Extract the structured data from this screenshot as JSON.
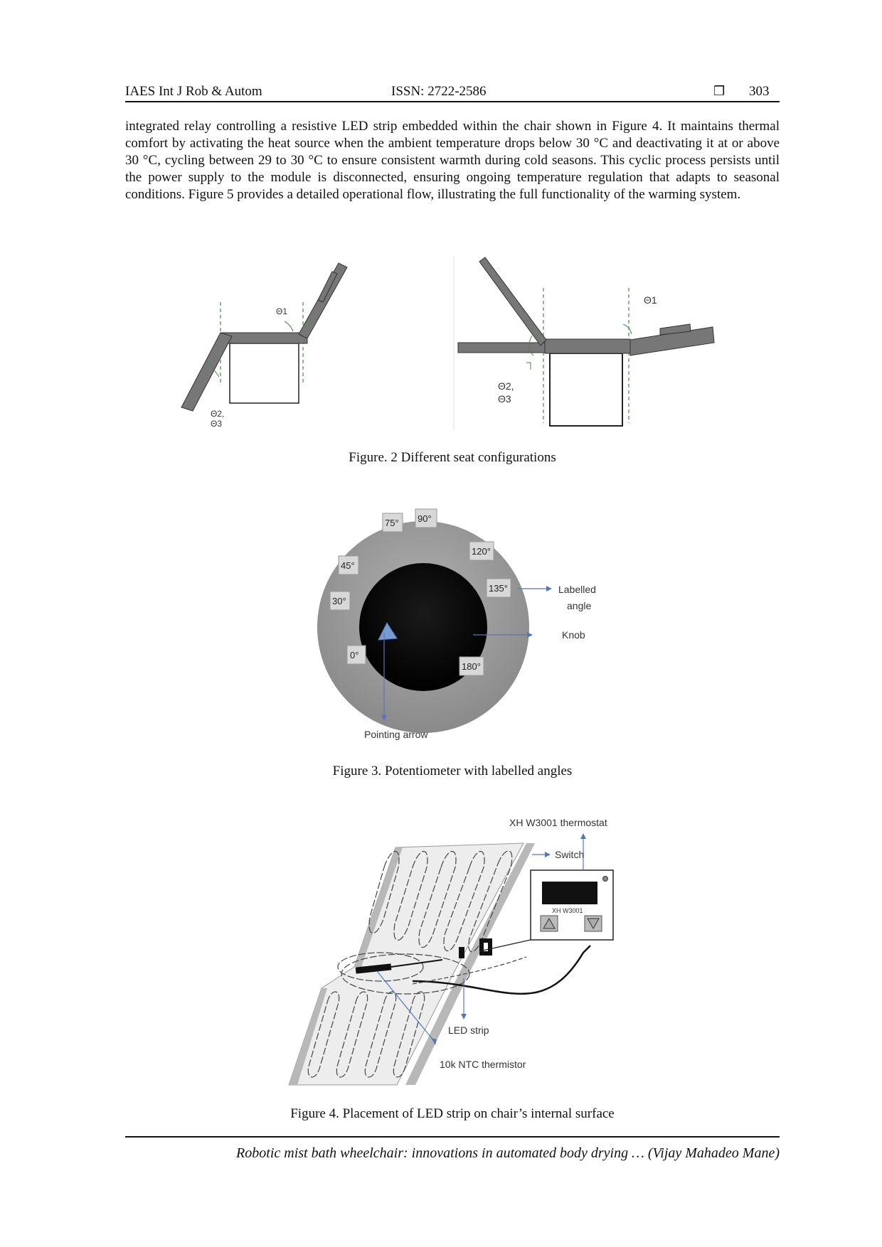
{
  "header": {
    "journal": "IAES Int J Rob & Autom",
    "issn": "ISSN: 2722-2586",
    "page_number": "303"
  },
  "body_text": "integrated relay controlling a resistive LED strip embedded within the chair shown in Figure 4. It maintains thermal comfort by activating the heat source when the ambient temperature drops below 30 °C and deactivating it at or above 30 °C, cycling between 29 to 30 °C to ensure consistent warmth during cold seasons. This cyclic process persists until the power supply to the module is disconnected, ensuring ongoing temperature regulation that adapts to seasonal conditions. Figure 5 provides a detailed operational flow, illustrating the full functionality of the warming system.",
  "figure2": {
    "caption": "Figure. 2 Different seat configurations",
    "left": {
      "theta1": "Θ1",
      "theta2": "Θ2,",
      "theta3": "Θ3"
    },
    "right": {
      "theta1": "Θ1",
      "theta2": "Θ2,",
      "theta3": "Θ3"
    }
  },
  "figure3": {
    "caption": "Figure 3. Potentiometer with labelled angles",
    "angles": [
      "0°",
      "30°",
      "45°",
      "75°",
      "90°",
      "120°",
      "135°",
      "180°"
    ],
    "label_angle_1": "Labelled",
    "label_angle_2": "angle",
    "label_knob": "Knob",
    "label_arrow": "Pointing arrow"
  },
  "figure4": {
    "caption": "Figure 4. Placement of LED strip on chair’s internal surface",
    "label_thermostat": "XH W3001 thermostat",
    "label_switch": "Switch",
    "device_label": "XH W3001",
    "label_led": "LED strip",
    "label_thermistor": "10k NTC thermistor"
  },
  "footer": "Robotic mist bath wheelchair: innovations in automated body drying … (Vijay Mahadeo Mane)"
}
